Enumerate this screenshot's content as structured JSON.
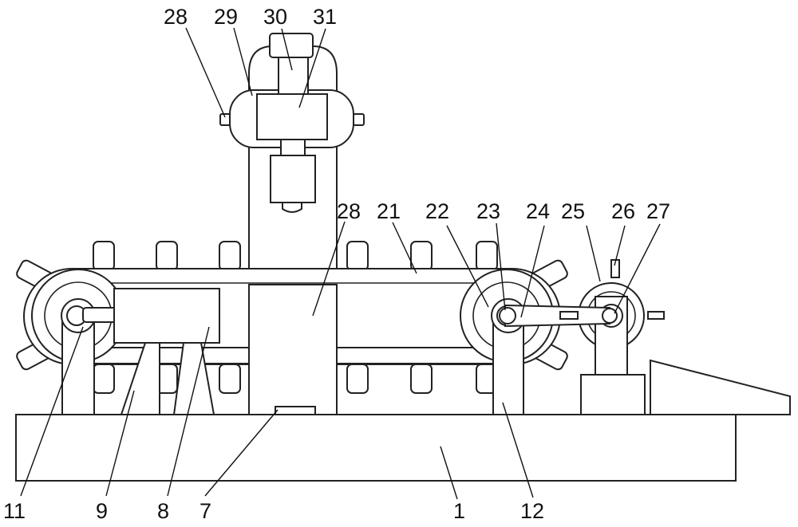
{
  "diagram": {
    "colors": {
      "stroke": "#222222",
      "background": "#ffffff",
      "label": "#111111"
    },
    "labels": {
      "l28_top": "28",
      "l29": "29",
      "l30": "30",
      "l31": "31",
      "l28_mid": "28",
      "l21": "21",
      "l22": "22",
      "l23": "23",
      "l24": "24",
      "l25": "25",
      "l26": "26",
      "l27": "27",
      "l11": "11",
      "l9": "9",
      "l8": "8",
      "l7": "7",
      "l1": "1",
      "l12": "12"
    }
  }
}
